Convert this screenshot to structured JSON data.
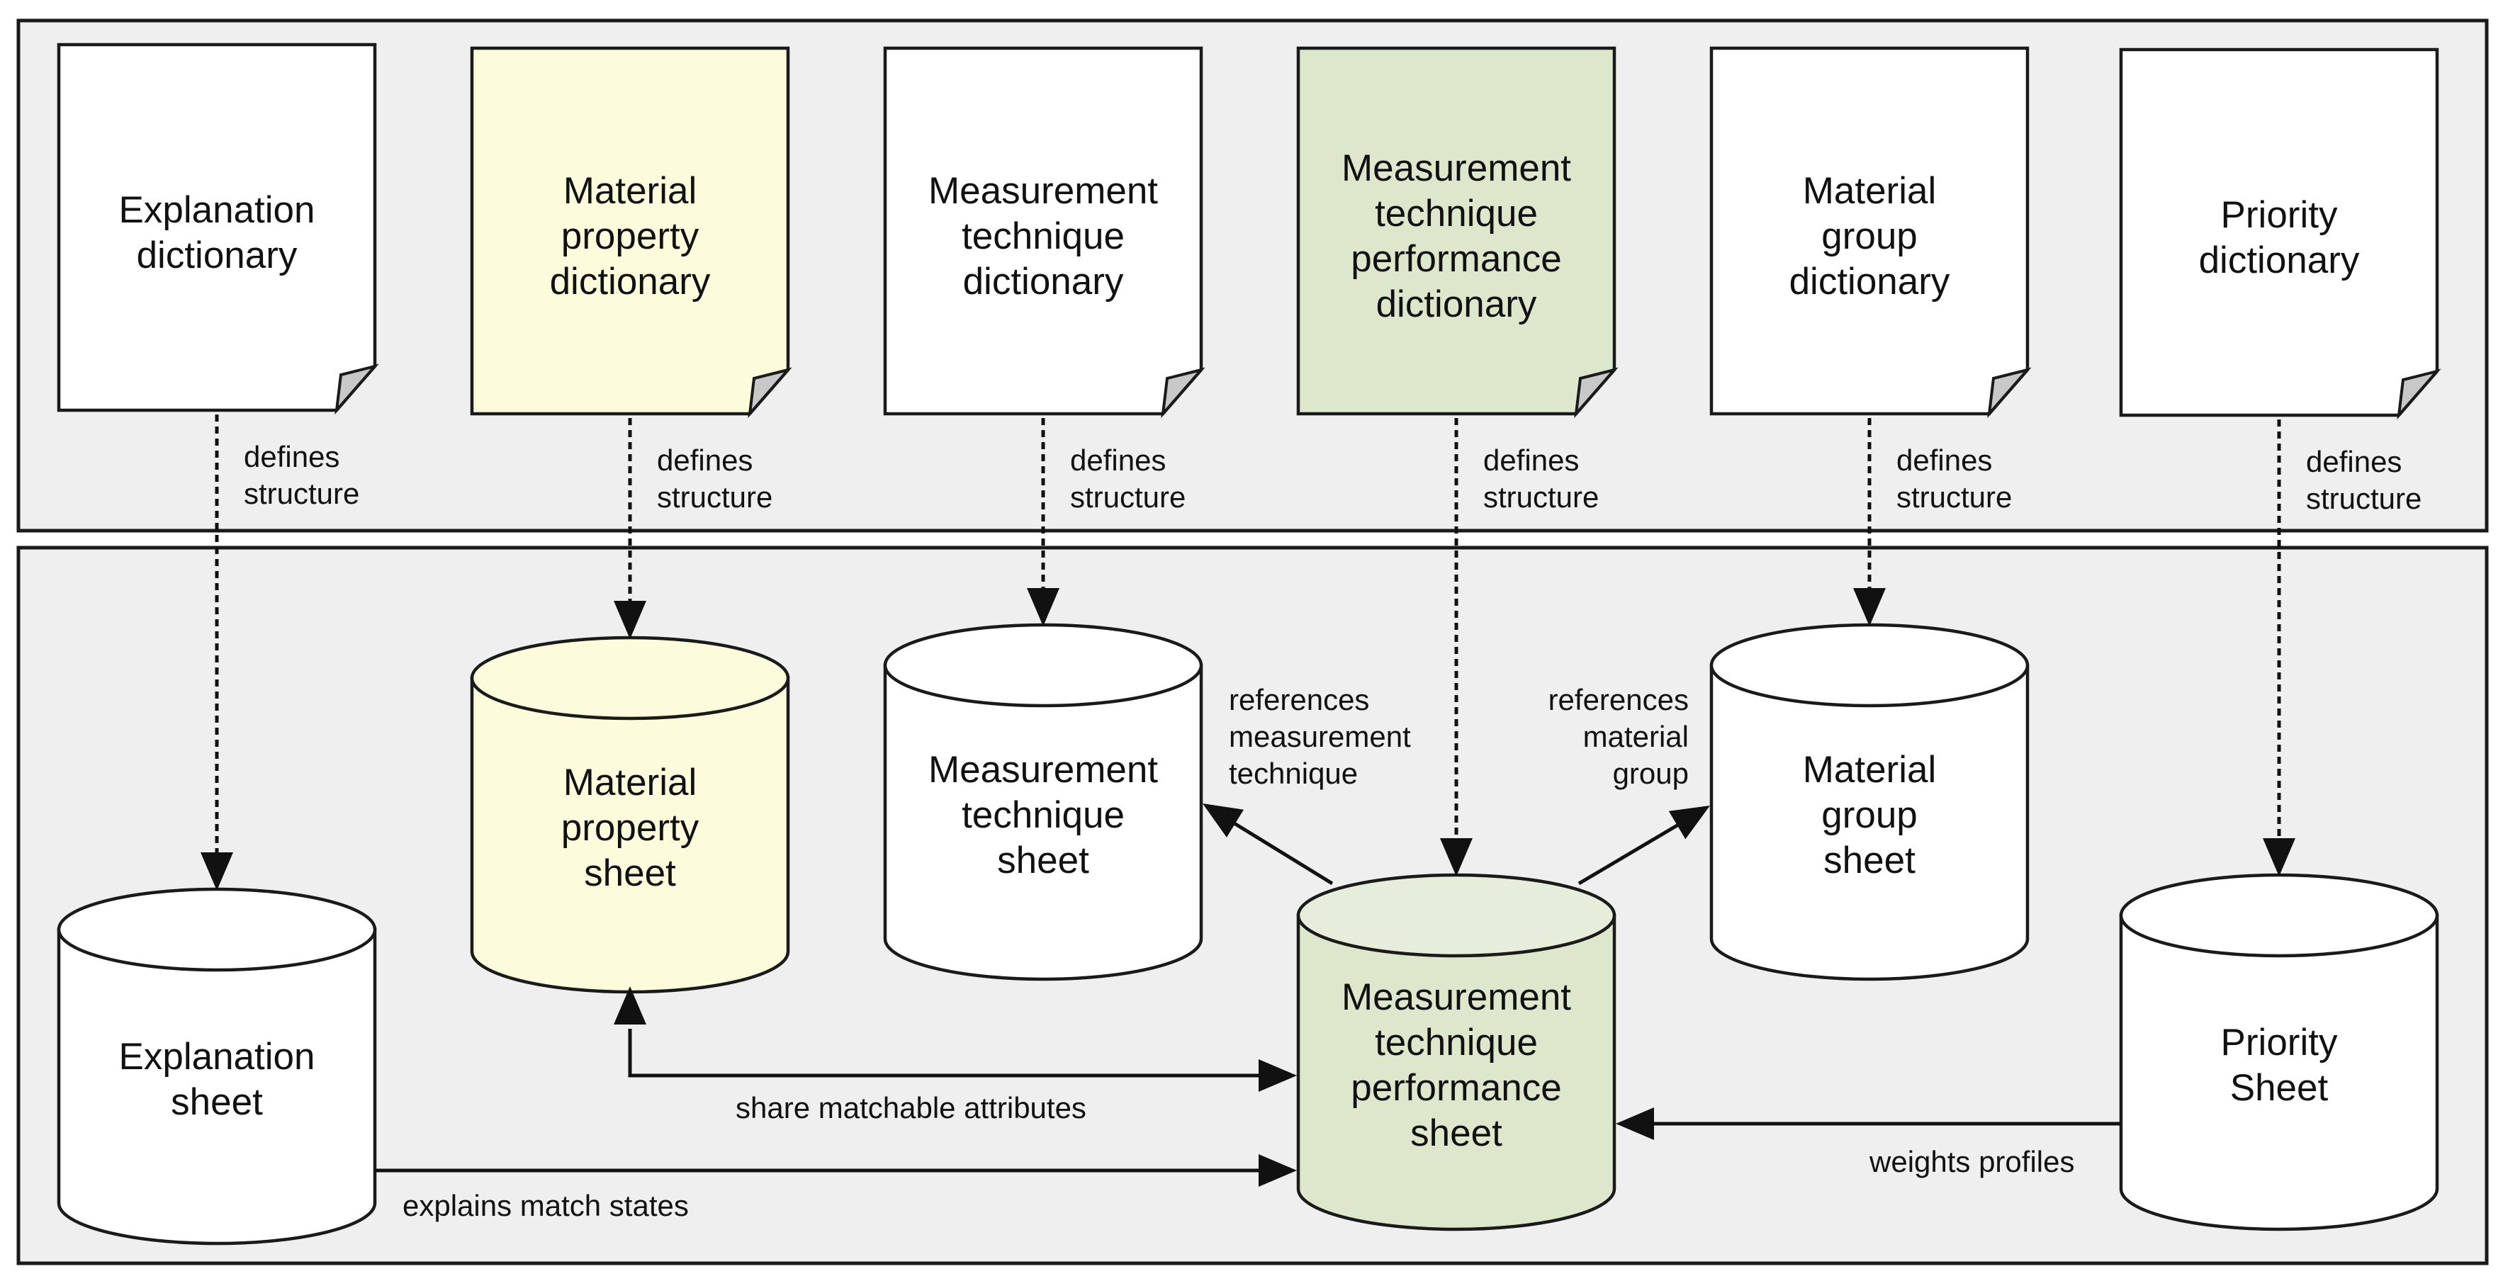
{
  "colors": {
    "panel": "#efefef",
    "white": "#ffffff",
    "yellow": "#fcfcdc",
    "green": "#dde7cb",
    "green_top": "#e6eddb"
  },
  "dictionaries": [
    {
      "id": "explanation",
      "lines": [
        "Explanation",
        "dictionary"
      ],
      "fill": "white",
      "edge": [
        "defines",
        "structure"
      ]
    },
    {
      "id": "material-property",
      "lines": [
        "Material",
        "property",
        "dictionary"
      ],
      "fill": "yellow",
      "edge": [
        "defines",
        "structure"
      ]
    },
    {
      "id": "measurement-technique",
      "lines": [
        "Measurement",
        "technique",
        "dictionary"
      ],
      "fill": "white",
      "edge": [
        "defines",
        "structure"
      ]
    },
    {
      "id": "measurement-technique-performance",
      "lines": [
        "Measurement",
        "technique",
        "performance",
        "dictionary"
      ],
      "fill": "green",
      "edge": [
        "defines",
        "structure"
      ]
    },
    {
      "id": "material-group",
      "lines": [
        "Material",
        "group",
        "dictionary"
      ],
      "fill": "white",
      "edge": [
        "defines",
        "structure"
      ]
    },
    {
      "id": "priority",
      "lines": [
        "Priority",
        "dictionary"
      ],
      "fill": "white",
      "edge": [
        "defines",
        "structure"
      ]
    }
  ],
  "sheets": [
    {
      "id": "explanation",
      "lines": [
        "Explanation",
        "sheet"
      ],
      "fill": "white"
    },
    {
      "id": "material-property",
      "lines": [
        "Material",
        "property",
        "sheet"
      ],
      "fill": "yellow"
    },
    {
      "id": "measurement-technique",
      "lines": [
        "Measurement",
        "technique",
        "sheet"
      ],
      "fill": "white"
    },
    {
      "id": "measurement-technique-performance",
      "lines": [
        "Measurement",
        "technique",
        "performance",
        "sheet"
      ],
      "fill": "green"
    },
    {
      "id": "material-group",
      "lines": [
        "Material",
        "group",
        "sheet"
      ],
      "fill": "white"
    },
    {
      "id": "priority",
      "lines": [
        "Priority",
        "Sheet"
      ],
      "fill": "white"
    }
  ],
  "relations": {
    "references_measurement": [
      "references",
      "measurement",
      "technique"
    ],
    "references_material": [
      "references",
      "material",
      "group"
    ],
    "share": "share matchable attributes",
    "explains": "explains match states",
    "weights": "weights profiles"
  }
}
